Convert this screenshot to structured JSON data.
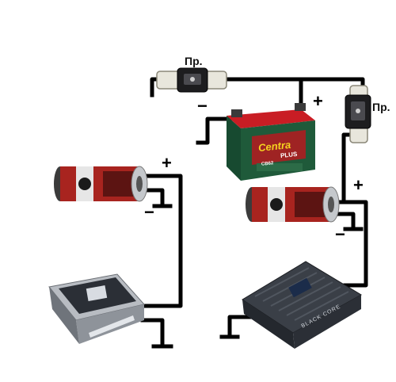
{
  "fuse_label": "Пр.",
  "plus": "+",
  "minus": "−",
  "battery_brand": "Centra",
  "battery_brand_sub": "PLUS",
  "battery_model": "CB62",
  "amp_right_text": "BLACK CORE",
  "colors": {
    "wire": "#000000",
    "battery_body": "#1f5a3a",
    "battery_top": "#c91d24",
    "capacitor_red": "#a8241f",
    "amp_dark": "#2b2f36",
    "amp_silver": "#b8bcc2"
  }
}
